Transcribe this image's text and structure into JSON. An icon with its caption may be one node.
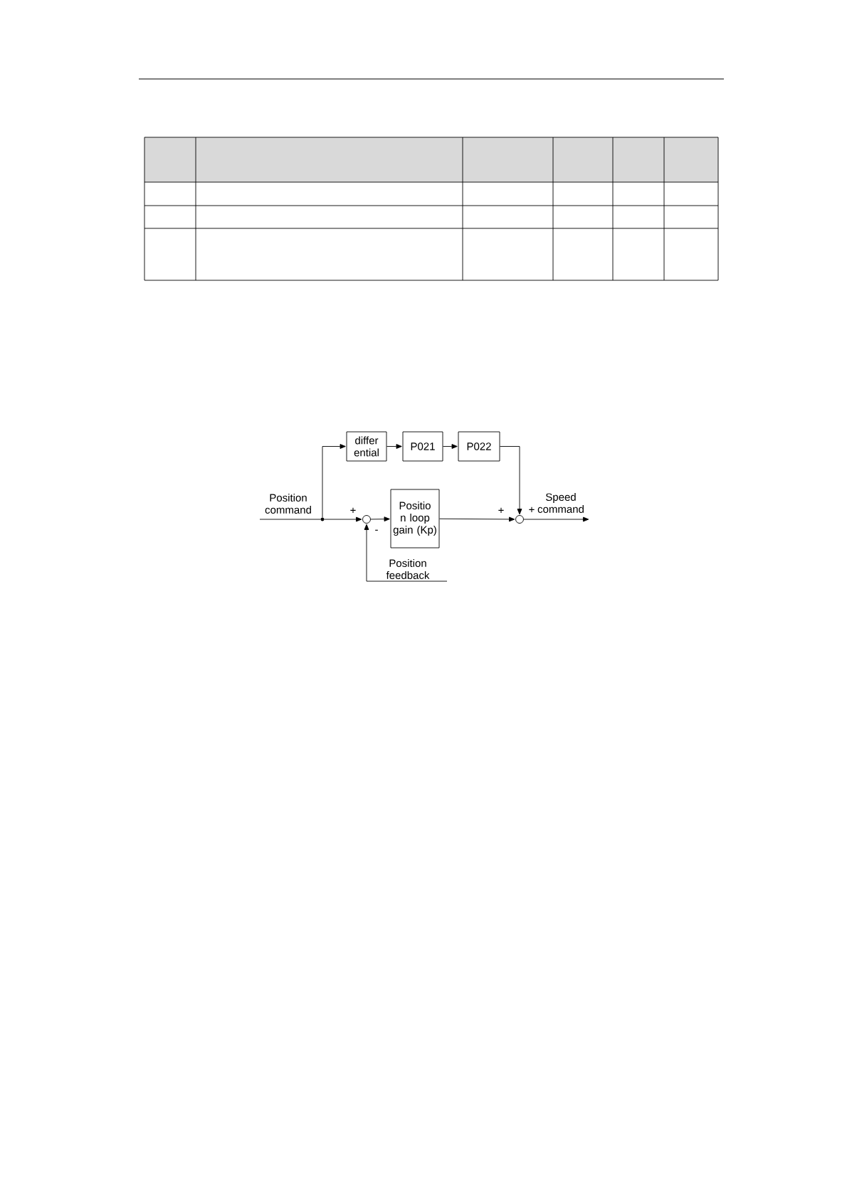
{
  "diagram": {
    "nodes": [
      {
        "text": [],
        "shape": "circle"
      },
      {
        "text": [
          "differ ential"
        ]
      },
      {
        "text": [
          "P021"
        ]
      },
      {
        "text": [
          "P022"
        ]
      },
      {
        "text": [],
        "shape": "circle"
      },
      {
        "text": [
          "Positio n loop gain (Kp)"
        ]
      },
      {
        "text": [],
        "shape": "circle"
      }
    ],
    "edges": [
      {
        "from": null,
        "to": 0,
        "arrow": "none",
        "label": "Position command"
      },
      {
        "from": 0,
        "to": 1,
        "arrow": "to"
      },
      {
        "from": 1,
        "to": 2,
        "arrow": "to"
      },
      {
        "from": 2,
        "to": 3,
        "arrow": "to"
      },
      {
        "from": 3,
        "to": 6,
        "arrow": "to"
      },
      {
        "from": 0,
        "to": 4,
        "arrow": "to"
      },
      {
        "from": 4,
        "to": 5,
        "arrow": "to"
      },
      {
        "from": 5,
        "to": 6,
        "arrow": "to"
      },
      {
        "from": 6,
        "to": null,
        "arrow": "to",
        "label": "Speed command"
      },
      {
        "from": null,
        "to": 4,
        "arrow": "to",
        "label": "Position feedback"
      }
    ],
    "labels": [
      "+",
      "-",
      "+",
      "+"
    ]
  }
}
